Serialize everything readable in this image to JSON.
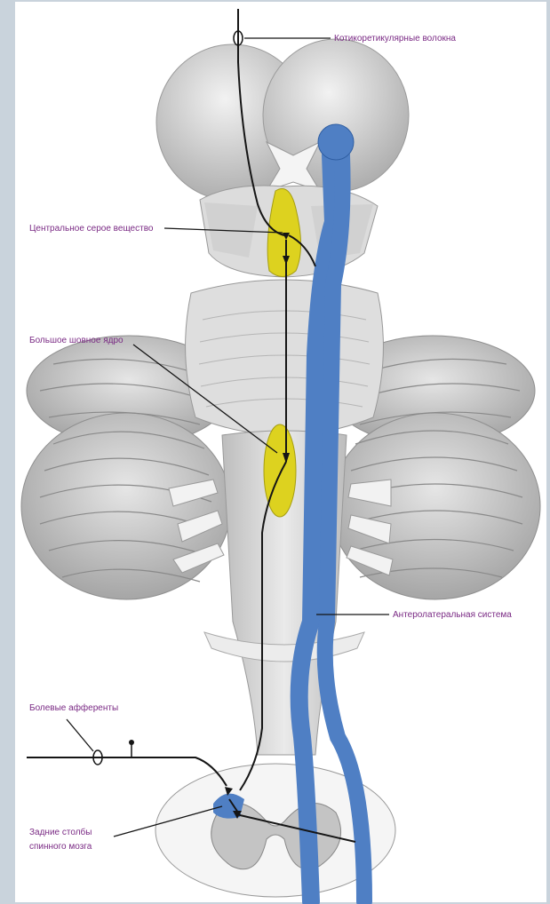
{
  "labels": {
    "corticoreticular": "Котикоретикулярные волокна",
    "central_gray": "Центральное серое вещество",
    "raphe_nucleus": "Большое шовное ядро",
    "anterolateral": "Антеролатеральная система",
    "pain_afferents": "Болевые афференты",
    "dorsal_horns_line1": "Задние столбы",
    "dorsal_horns_line2": "спинного мозга"
  },
  "colors": {
    "background": "#c9d3dc",
    "panel": "#ffffff",
    "label_text": "#7a2a84",
    "tract_blue": "#4f7fc4",
    "nucleus_yellow": "#ddd21f",
    "brain_gray": "#d4d4d4"
  }
}
